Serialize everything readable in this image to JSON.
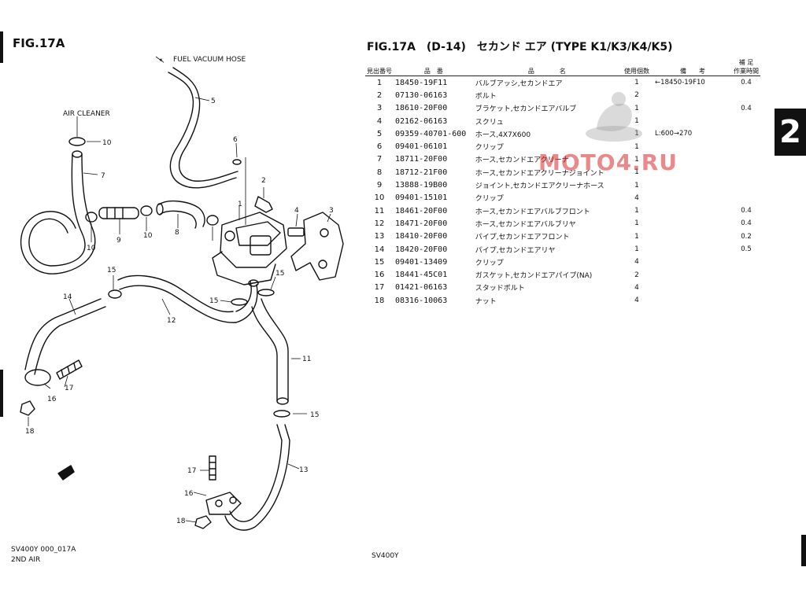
{
  "left": {
    "fig_title": "FIG.17A",
    "labels": {
      "fuel_vacuum_hose": "FUEL VACUUM HOSE",
      "air_cleaner": "AIR CLEANER"
    },
    "callouts": [
      "1",
      "2",
      "3",
      "4",
      "5",
      "6",
      "7",
      "8",
      "9",
      "10",
      "10",
      "10",
      "11",
      "12",
      "13",
      "14",
      "15",
      "15",
      "15",
      "15",
      "16",
      "16",
      "17",
      "17",
      "18",
      "18"
    ],
    "footer_model": "SV400Y 000_017A",
    "footer_sub": "2ND AIR"
  },
  "right": {
    "title": "FIG.17A　(D-14)　セカンド エア (TYPE K1/K3/K4/K5)",
    "headers": {
      "ref_no": "見出番号",
      "part_no": "品　番",
      "description": "品　　　　名",
      "qty": "使用個数",
      "remarks": "備　　考",
      "weight_top": "補 足",
      "weight_bottom": "作業時間"
    },
    "rows": [
      {
        "no": "1",
        "part": "18450-19F11",
        "desc": "バルブアッシ,セカンドエア",
        "qty": "1",
        "remarks": "←18450-19F10",
        "wt": "0.4"
      },
      {
        "no": "2",
        "part": "07130-06163",
        "desc": "ボルト",
        "qty": "2",
        "remarks": "",
        "wt": ""
      },
      {
        "no": "3",
        "part": "18610-20F00",
        "desc": "ブラケット,セカンドエアバルブ",
        "qty": "1",
        "remarks": "",
        "wt": "0.4"
      },
      {
        "no": "4",
        "part": "02162-06163",
        "desc": "スクリュ",
        "qty": "1",
        "remarks": "",
        "wt": ""
      },
      {
        "no": "5",
        "part": "09359-40701-600",
        "desc": "ホース,4X7X600",
        "qty": "1",
        "remarks": "L:600→270",
        "wt": ""
      },
      {
        "no": "6",
        "part": "09401-06101",
        "desc": "クリップ",
        "qty": "1",
        "remarks": "",
        "wt": ""
      },
      {
        "no": "7",
        "part": "18711-20F00",
        "desc": "ホース,セカンドエアクリーナ",
        "qty": "1",
        "remarks": "",
        "wt": ""
      },
      {
        "no": "8",
        "part": "18712-21F00",
        "desc": "ホース,セカンドエアクリーナジョイント",
        "qty": "1",
        "remarks": "",
        "wt": ""
      },
      {
        "no": "9",
        "part": "13888-19B00",
        "desc": "ジョイント,セカンドエアクリーナホース",
        "qty": "1",
        "remarks": "",
        "wt": ""
      },
      {
        "no": "10",
        "part": "09401-15101",
        "desc": "クリップ",
        "qty": "4",
        "remarks": "",
        "wt": ""
      },
      {
        "no": "11",
        "part": "18461-20F00",
        "desc": "ホース,セカンドエアバルブフロント",
        "qty": "1",
        "remarks": "",
        "wt": "0.4"
      },
      {
        "no": "12",
        "part": "18471-20F00",
        "desc": "ホース,セカンドエアバルブリヤ",
        "qty": "1",
        "remarks": "",
        "wt": "0.4"
      },
      {
        "no": "13",
        "part": "18410-20F00",
        "desc": "パイプ,セカンドエアフロント",
        "qty": "1",
        "remarks": "",
        "wt": "0.2"
      },
      {
        "no": "14",
        "part": "18420-20F00",
        "desc": "パイプ,セカンドエアリヤ",
        "qty": "1",
        "remarks": "",
        "wt": "0.5"
      },
      {
        "no": "15",
        "part": "09401-13409",
        "desc": "クリップ",
        "qty": "4",
        "remarks": "",
        "wt": ""
      },
      {
        "no": "16",
        "part": "18441-45C01",
        "desc": "ガスケット,セカンドエアパイプ(NA)",
        "qty": "2",
        "remarks": "",
        "wt": ""
      },
      {
        "no": "17",
        "part": "01421-06163",
        "desc": "スタッドボルト",
        "qty": "4",
        "remarks": "",
        "wt": ""
      },
      {
        "no": "18",
        "part": "08316-10063",
        "desc": "ナット",
        "qty": "4",
        "remarks": "",
        "wt": ""
      }
    ],
    "footer_model": "SV400Y",
    "section_tab": "2"
  },
  "watermark": {
    "text": "MOTO4.RU",
    "color": "#d72828"
  }
}
